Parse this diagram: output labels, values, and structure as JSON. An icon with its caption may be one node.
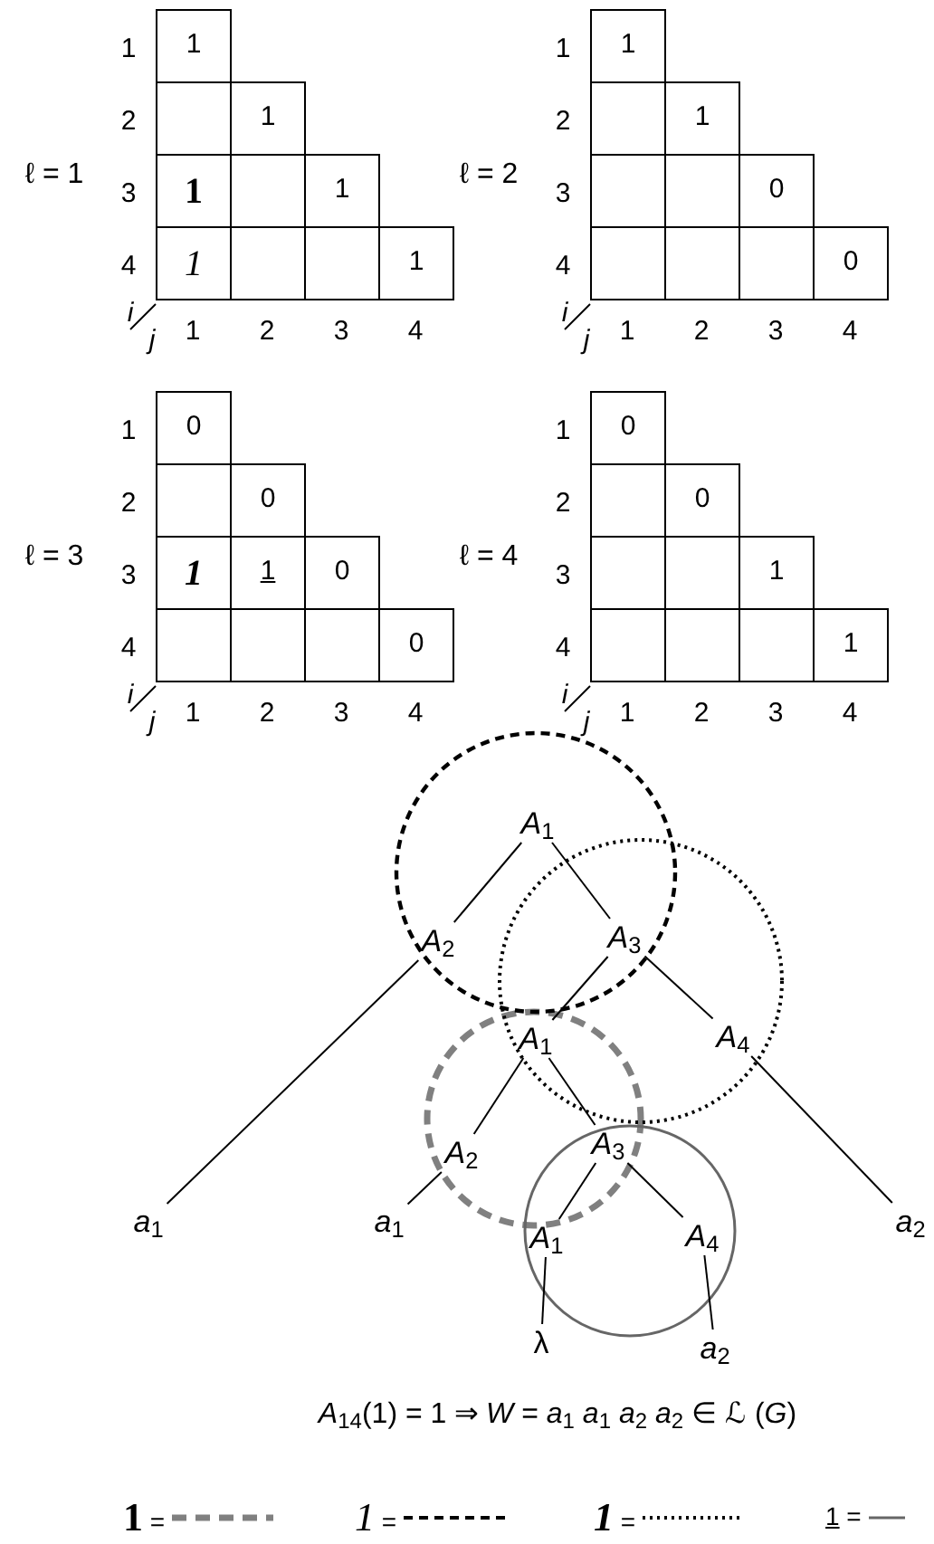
{
  "diagram": {
    "nodes": [
      {
        "text": [
          "1"
        ]
      },
      {
        "text": [],
        "shape": "box"
      },
      {
        "text": [
          "1"
        ]
      },
      {
        "text": [
          "1"
        ]
      },
      {
        "text": [],
        "shape": "box"
      },
      {
        "text": [
          "1"
        ]
      },
      {
        "text": [
          "1"
        ]
      },
      {
        "text": [],
        "shape": "box"
      },
      {
        "text": [],
        "shape": "box"
      },
      {
        "text": [
          "1"
        ]
      },
      {
        "text": [
          "1"
        ]
      },
      {
        "text": [],
        "shape": "box"
      },
      {
        "text": [
          "1"
        ]
      },
      {
        "text": [],
        "shape": "box"
      },
      {
        "text": [],
        "shape": "box"
      },
      {
        "text": [
          "0"
        ]
      },
      {
        "text": [],
        "shape": "box"
      },
      {
        "text": [],
        "shape": "box"
      },
      {
        "text": [],
        "shape": "box"
      },
      {
        "text": [
          "0"
        ]
      },
      {
        "text": [
          "0"
        ]
      },
      {
        "text": [],
        "shape": "box"
      },
      {
        "text": [
          "0"
        ]
      },
      {
        "text": [
          "1"
        ]
      },
      {
        "text": [
          "1"
        ]
      },
      {
        "text": [
          "0"
        ]
      },
      {
        "text": [],
        "shape": "box"
      },
      {
        "text": [],
        "shape": "box"
      },
      {
        "text": [],
        "shape": "box"
      },
      {
        "text": [
          "0"
        ]
      },
      {
        "text": [
          "0"
        ]
      },
      {
        "text": [],
        "shape": "box"
      },
      {
        "text": [
          "0"
        ]
      },
      {
        "text": [],
        "shape": "box"
      },
      {
        "text": [],
        "shape": "box"
      },
      {
        "text": [
          "1"
        ]
      },
      {
        "text": [],
        "shape": "box"
      },
      {
        "text": [],
        "shape": "box"
      },
      {
        "text": [],
        "shape": "box"
      },
      {
        "text": [
          "1"
        ]
      },
      {
        "text": [
          "*A*$_{1}$"
        ]
      },
      {
        "text": [
          "*A*$_{2}$"
        ]
      },
      {
        "text": [
          "*A*$_{3}$"
        ]
      },
      {
        "text": [
          "*A*$_{1}$"
        ]
      },
      {
        "text": [
          "*A*$_{4}$"
        ]
      },
      {
        "text": [
          "*a*$_{1}$"
        ]
      },
      {
        "text": [
          "*A*$_{2}$"
        ]
      },
      {
        "text": [
          "*A*$_{3}$"
        ]
      },
      {
        "text": [
          "*a*$_{1}$"
        ]
      },
      {
        "text": [
          "*a*$_{2}$"
        ]
      },
      {
        "text": [
          "*A*$_{1}$"
        ]
      },
      {
        "text": [
          "*A*$_{4}$"
        ]
      },
      {
        "text": [
          "λ"
        ]
      },
      {
        "text": [
          "*a*$_{2}$"
        ]
      }
    ],
    "edges": [
      {
        "from": 40,
        "to": 41,
        "arrow": "none"
      },
      {
        "from": 40,
        "to": 42,
        "arrow": "none"
      },
      {
        "from": 41,
        "to": 45,
        "arrow": "none"
      },
      {
        "from": 42,
        "to": 43,
        "arrow": "none"
      },
      {
        "from": 42,
        "to": 44,
        "arrow": "none"
      },
      {
        "from": 43,
        "to": 46,
        "arrow": "none"
      },
      {
        "from": 43,
        "to": 47,
        "arrow": "none"
      },
      {
        "from": 46,
        "to": 48,
        "arrow": "none"
      },
      {
        "from": 44,
        "to": 49,
        "arrow": "none"
      },
      {
        "from": 47,
        "to": 50,
        "arrow": "none"
      },
      {
        "from": 47,
        "to": 51,
        "arrow": "none"
      },
      {
        "from": 50,
        "to": 52,
        "arrow": "none"
      },
      {
        "from": 51,
        "to": 53,
        "arrow": "none"
      }
    ],
    "labels": [
      "ℓ = 1",
      "1",
      "2",
      "3",
      "4",
      "i",
      "j",
      "1",
      "2",
      "3",
      "4",
      "ℓ = 2",
      "1",
      "2",
      "3",
      "4",
      "i",
      "j",
      "1",
      "2",
      "3",
      "4",
      "ℓ = 3",
      "1",
      "2",
      "3",
      "4",
      "i",
      "j",
      "1",
      "2",
      "3",
      "4",
      "ℓ = 4",
      "1",
      "2",
      "3",
      "4",
      "i",
      "j",
      "1",
      "2",
      "3",
      "4",
      "*A*$_{14}$(1) = 1 ⇒ *W* = *a*$_{1}$ *a*$_{1}$ *a*$_{2}$ *a*$_{2}$ ∈ ℒ (*G*)"
    ],
    "legend": [
      {
        "text": "1 ="
      },
      {
        "text": "1 ="
      },
      {
        "text": "1 ="
      },
      {
        "text": "1 ="
      }
    ]
  }
}
